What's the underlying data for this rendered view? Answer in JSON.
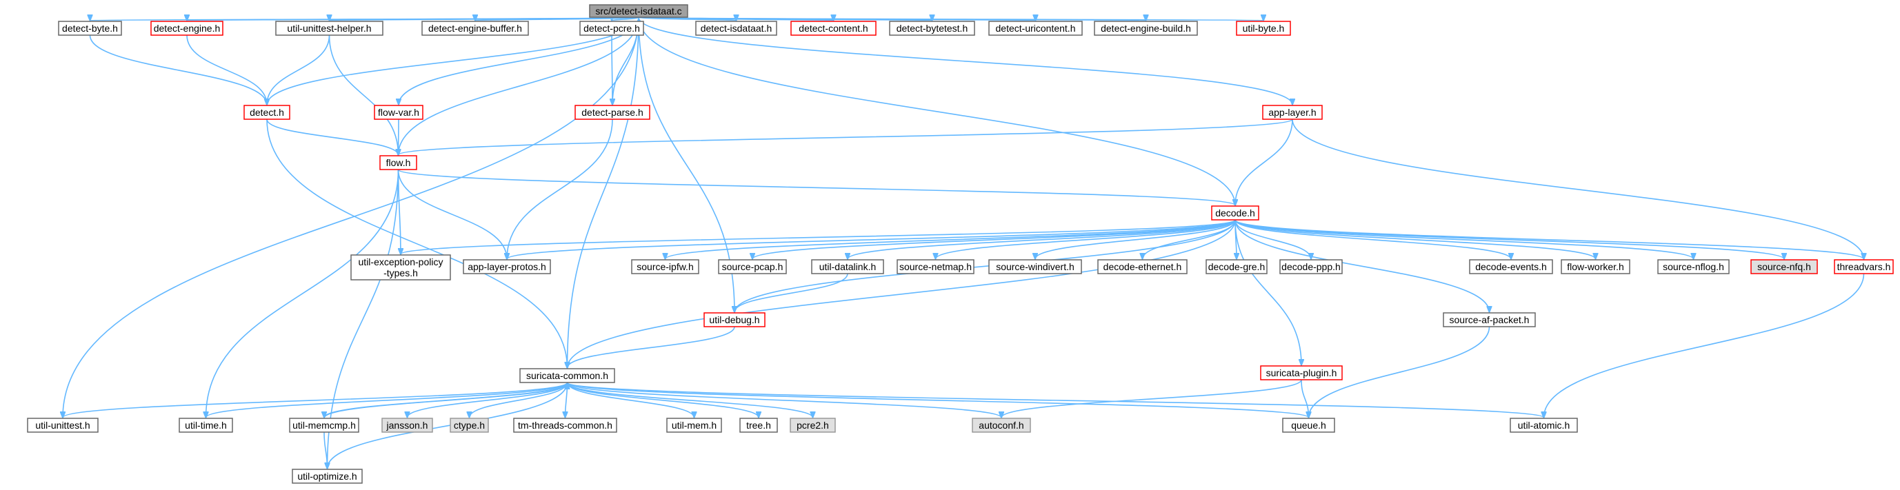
{
  "colors": {
    "edge": "#63b8ff",
    "root_fill": "#a0a0a0",
    "root_border": "#666666",
    "normal_fill": "#ffffff",
    "normal_border": "#666666",
    "highlight_border": "#ff0000",
    "system_fill": "#e0e0e0",
    "system_border": "#999999"
  },
  "nodes": {
    "root": {
      "label": "src/detect-isdataat.c",
      "style": "root"
    },
    "detect_byte": {
      "label": "detect-byte.h",
      "style": "normal"
    },
    "detect_engine": {
      "label": "detect-engine.h",
      "style": "highlight"
    },
    "util_unittest_helper": {
      "label": "util-unittest-helper.h",
      "style": "normal"
    },
    "detect_engine_buffer": {
      "label": "detect-engine-buffer.h",
      "style": "normal"
    },
    "detect_pcre": {
      "label": "detect-pcre.h",
      "style": "normal"
    },
    "detect_isdataat": {
      "label": "detect-isdataat.h",
      "style": "normal"
    },
    "detect_content": {
      "label": "detect-content.h",
      "style": "highlight"
    },
    "detect_bytetest": {
      "label": "detect-bytetest.h",
      "style": "normal"
    },
    "detect_uricontent": {
      "label": "detect-uricontent.h",
      "style": "normal"
    },
    "detect_engine_build": {
      "label": "detect-engine-build.h",
      "style": "normal"
    },
    "util_byte": {
      "label": "util-byte.h",
      "style": "highlight"
    },
    "detect_h": {
      "label": "detect.h",
      "style": "highlight"
    },
    "flow_var": {
      "label": "flow-var.h",
      "style": "highlight"
    },
    "detect_parse": {
      "label": "detect-parse.h",
      "style": "highlight"
    },
    "app_layer": {
      "label": "app-layer.h",
      "style": "highlight"
    },
    "flow_h": {
      "label": "flow.h",
      "style": "highlight"
    },
    "decode_h": {
      "label": "decode.h",
      "style": "highlight"
    },
    "util_exception": {
      "label": "util-exception-policy\n-types.h",
      "style": "normal"
    },
    "app_layer_protos": {
      "label": "app-layer-protos.h",
      "style": "normal"
    },
    "source_ipfw": {
      "label": "source-ipfw.h",
      "style": "normal"
    },
    "source_pcap": {
      "label": "source-pcap.h",
      "style": "normal"
    },
    "util_datalink": {
      "label": "util-datalink.h",
      "style": "normal"
    },
    "source_netmap": {
      "label": "source-netmap.h",
      "style": "normal"
    },
    "source_windivert": {
      "label": "source-windivert.h",
      "style": "normal"
    },
    "decode_ethernet": {
      "label": "decode-ethernet.h",
      "style": "normal"
    },
    "decode_gre": {
      "label": "decode-gre.h",
      "style": "normal"
    },
    "decode_ppp": {
      "label": "decode-ppp.h",
      "style": "normal"
    },
    "decode_events": {
      "label": "decode-events.h",
      "style": "normal"
    },
    "flow_worker": {
      "label": "flow-worker.h",
      "style": "normal"
    },
    "source_nflog": {
      "label": "source-nflog.h",
      "style": "normal"
    },
    "source_nfq": {
      "label": "source-nfq.h",
      "style": "highlight_system"
    },
    "threadvars": {
      "label": "threadvars.h",
      "style": "highlight"
    },
    "util_debug": {
      "label": "util-debug.h",
      "style": "highlight"
    },
    "source_af_packet": {
      "label": "source-af-packet.h",
      "style": "normal"
    },
    "suricata_common": {
      "label": "suricata-common.h",
      "style": "normal"
    },
    "suricata_plugin": {
      "label": "suricata-plugin.h",
      "style": "highlight"
    },
    "util_unittest": {
      "label": "util-unittest.h",
      "style": "normal"
    },
    "util_time": {
      "label": "util-time.h",
      "style": "normal"
    },
    "util_memcmp": {
      "label": "util-memcmp.h",
      "style": "normal"
    },
    "jansson": {
      "label": "jansson.h",
      "style": "system"
    },
    "ctype": {
      "label": "ctype.h",
      "style": "system"
    },
    "tm_threads_common": {
      "label": "tm-threads-common.h",
      "style": "normal"
    },
    "util_mem": {
      "label": "util-mem.h",
      "style": "normal"
    },
    "tree": {
      "label": "tree.h",
      "style": "normal"
    },
    "pcre2": {
      "label": "pcre2.h",
      "style": "system"
    },
    "autoconf": {
      "label": "autoconf.h",
      "style": "system"
    },
    "queue": {
      "label": "queue.h",
      "style": "normal"
    },
    "util_atomic": {
      "label": "util-atomic.h",
      "style": "normal"
    },
    "util_optimize": {
      "label": "util-optimize.h",
      "style": "normal"
    }
  },
  "edges": [
    [
      "root",
      "detect_byte"
    ],
    [
      "root",
      "detect_engine"
    ],
    [
      "root",
      "util_unittest_helper"
    ],
    [
      "root",
      "detect_engine_buffer"
    ],
    [
      "root",
      "detect_pcre"
    ],
    [
      "root",
      "detect_isdataat"
    ],
    [
      "root",
      "detect_content"
    ],
    [
      "root",
      "detect_bytetest"
    ],
    [
      "root",
      "detect_uricontent"
    ],
    [
      "root",
      "detect_engine_build"
    ],
    [
      "root",
      "util_byte"
    ],
    [
      "root",
      "app_layer"
    ],
    [
      "root",
      "detect_h"
    ],
    [
      "root",
      "flow_var"
    ],
    [
      "root",
      "flow_h"
    ],
    [
      "root",
      "detect_parse"
    ],
    [
      "root",
      "decode_h"
    ],
    [
      "root",
      "util_unittest"
    ],
    [
      "root",
      "suricata_common"
    ],
    [
      "root",
      "util_debug"
    ],
    [
      "detect_byte",
      "detect_h"
    ],
    [
      "detect_engine",
      "detect_h"
    ],
    [
      "util_unittest_helper",
      "detect_h"
    ],
    [
      "util_unittest_helper",
      "flow_h"
    ],
    [
      "detect_pcre",
      "detect_parse"
    ],
    [
      "detect_h",
      "flow_h"
    ],
    [
      "detect_h",
      "suricata_common"
    ],
    [
      "flow_var",
      "flow_h"
    ],
    [
      "detect_parse",
      "app_layer_protos"
    ],
    [
      "app_layer",
      "flow_h"
    ],
    [
      "app_layer",
      "decode_h"
    ],
    [
      "app_layer",
      "threadvars"
    ],
    [
      "flow_h",
      "decode_h"
    ],
    [
      "flow_h",
      "util_exception"
    ],
    [
      "flow_h",
      "app_layer_protos"
    ],
    [
      "flow_h",
      "util_time"
    ],
    [
      "flow_h",
      "util_optimize"
    ],
    [
      "decode_h",
      "util_exception"
    ],
    [
      "decode_h",
      "app_layer_protos"
    ],
    [
      "decode_h",
      "source_ipfw"
    ],
    [
      "decode_h",
      "source_pcap"
    ],
    [
      "decode_h",
      "util_datalink"
    ],
    [
      "decode_h",
      "source_netmap"
    ],
    [
      "decode_h",
      "source_windivert"
    ],
    [
      "decode_h",
      "decode_ethernet"
    ],
    [
      "decode_h",
      "decode_gre"
    ],
    [
      "decode_h",
      "decode_ppp"
    ],
    [
      "decode_h",
      "decode_events"
    ],
    [
      "decode_h",
      "flow_worker"
    ],
    [
      "decode_h",
      "source_nflog"
    ],
    [
      "decode_h",
      "source_nfq"
    ],
    [
      "decode_h",
      "threadvars"
    ],
    [
      "decode_h",
      "util_debug"
    ],
    [
      "decode_h",
      "source_af_packet"
    ],
    [
      "decode_h",
      "suricata_plugin"
    ],
    [
      "decode_h",
      "suricata_common"
    ],
    [
      "util_datalink",
      "util_debug"
    ],
    [
      "util_debug",
      "suricata_common"
    ],
    [
      "threadvars",
      "util_atomic"
    ],
    [
      "source_af_packet",
      "queue"
    ],
    [
      "suricata_plugin",
      "autoconf"
    ],
    [
      "suricata_plugin",
      "queue"
    ],
    [
      "suricata_common",
      "util_unittest"
    ],
    [
      "suricata_common",
      "util_time"
    ],
    [
      "suricata_common",
      "util_memcmp"
    ],
    [
      "suricata_common",
      "jansson"
    ],
    [
      "suricata_common",
      "ctype"
    ],
    [
      "suricata_common",
      "tm_threads_common"
    ],
    [
      "suricata_common",
      "util_mem"
    ],
    [
      "suricata_common",
      "tree"
    ],
    [
      "suricata_common",
      "pcre2"
    ],
    [
      "suricata_common",
      "autoconf"
    ],
    [
      "suricata_common",
      "queue"
    ],
    [
      "suricata_common",
      "util_atomic"
    ],
    [
      "suricata_common",
      "util_optimize"
    ],
    [
      "util_memcmp",
      "util_optimize"
    ],
    [
      "util_memcmp",
      "suricata_common"
    ]
  ]
}
